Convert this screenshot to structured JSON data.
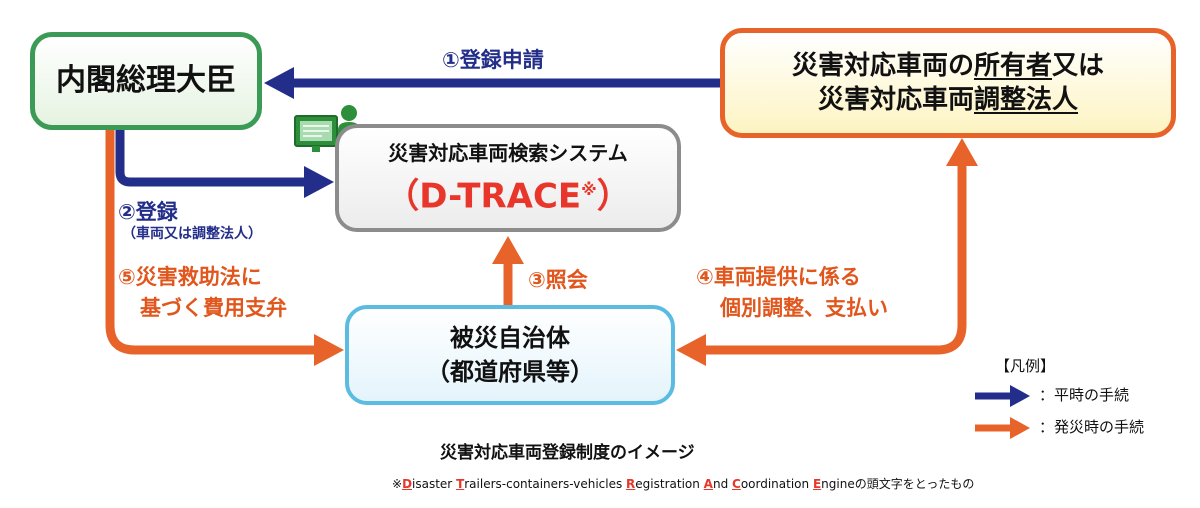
{
  "boxes": {
    "pm": "内閣総理大臣",
    "owner_line1_pre": "災害対応車両の",
    "owner_line1_u": "所有者",
    "owner_line1_post": "又は",
    "owner_line2_pre": "災害対応車両",
    "owner_line2_u": "調整法人",
    "dtrace_title": "災害対応車両検索システム",
    "dtrace_name": "（D-TRACE",
    "dtrace_mark": "※",
    "dtrace_close": "）",
    "local_line1": "被災自治体",
    "local_line2": "（都道府県等）"
  },
  "labels": {
    "step1": "①登録申請",
    "step2": "②登録",
    "step2_sub": "（車両又は調整法人）",
    "step3": "③照会",
    "step4_line1": "④車両提供に係る",
    "step4_line2": "個別調整、支払い",
    "step5_line1": "⑤災害救助法に",
    "step5_line2": "基づく費用支弁"
  },
  "legend": {
    "title": "【凡例】",
    "normal": "：平時の手続",
    "disaster": "：発災時の手続"
  },
  "caption": "災害対応車両登録制度のイメージ",
  "footnote": {
    "mark": "※",
    "D": "D",
    "w1": "isaster ",
    "T": "T",
    "w2": "railers-containers-vehicles ",
    "R": "R",
    "w3": "egistration ",
    "A": "A",
    "w4": "nd ",
    "C": "C",
    "w5": "oordination ",
    "E": "E",
    "w6": "ngine",
    "tail": "の頭文字をとったもの"
  },
  "colors": {
    "normal_arrow": "#232e8a",
    "disaster_arrow": "#e8632a"
  }
}
